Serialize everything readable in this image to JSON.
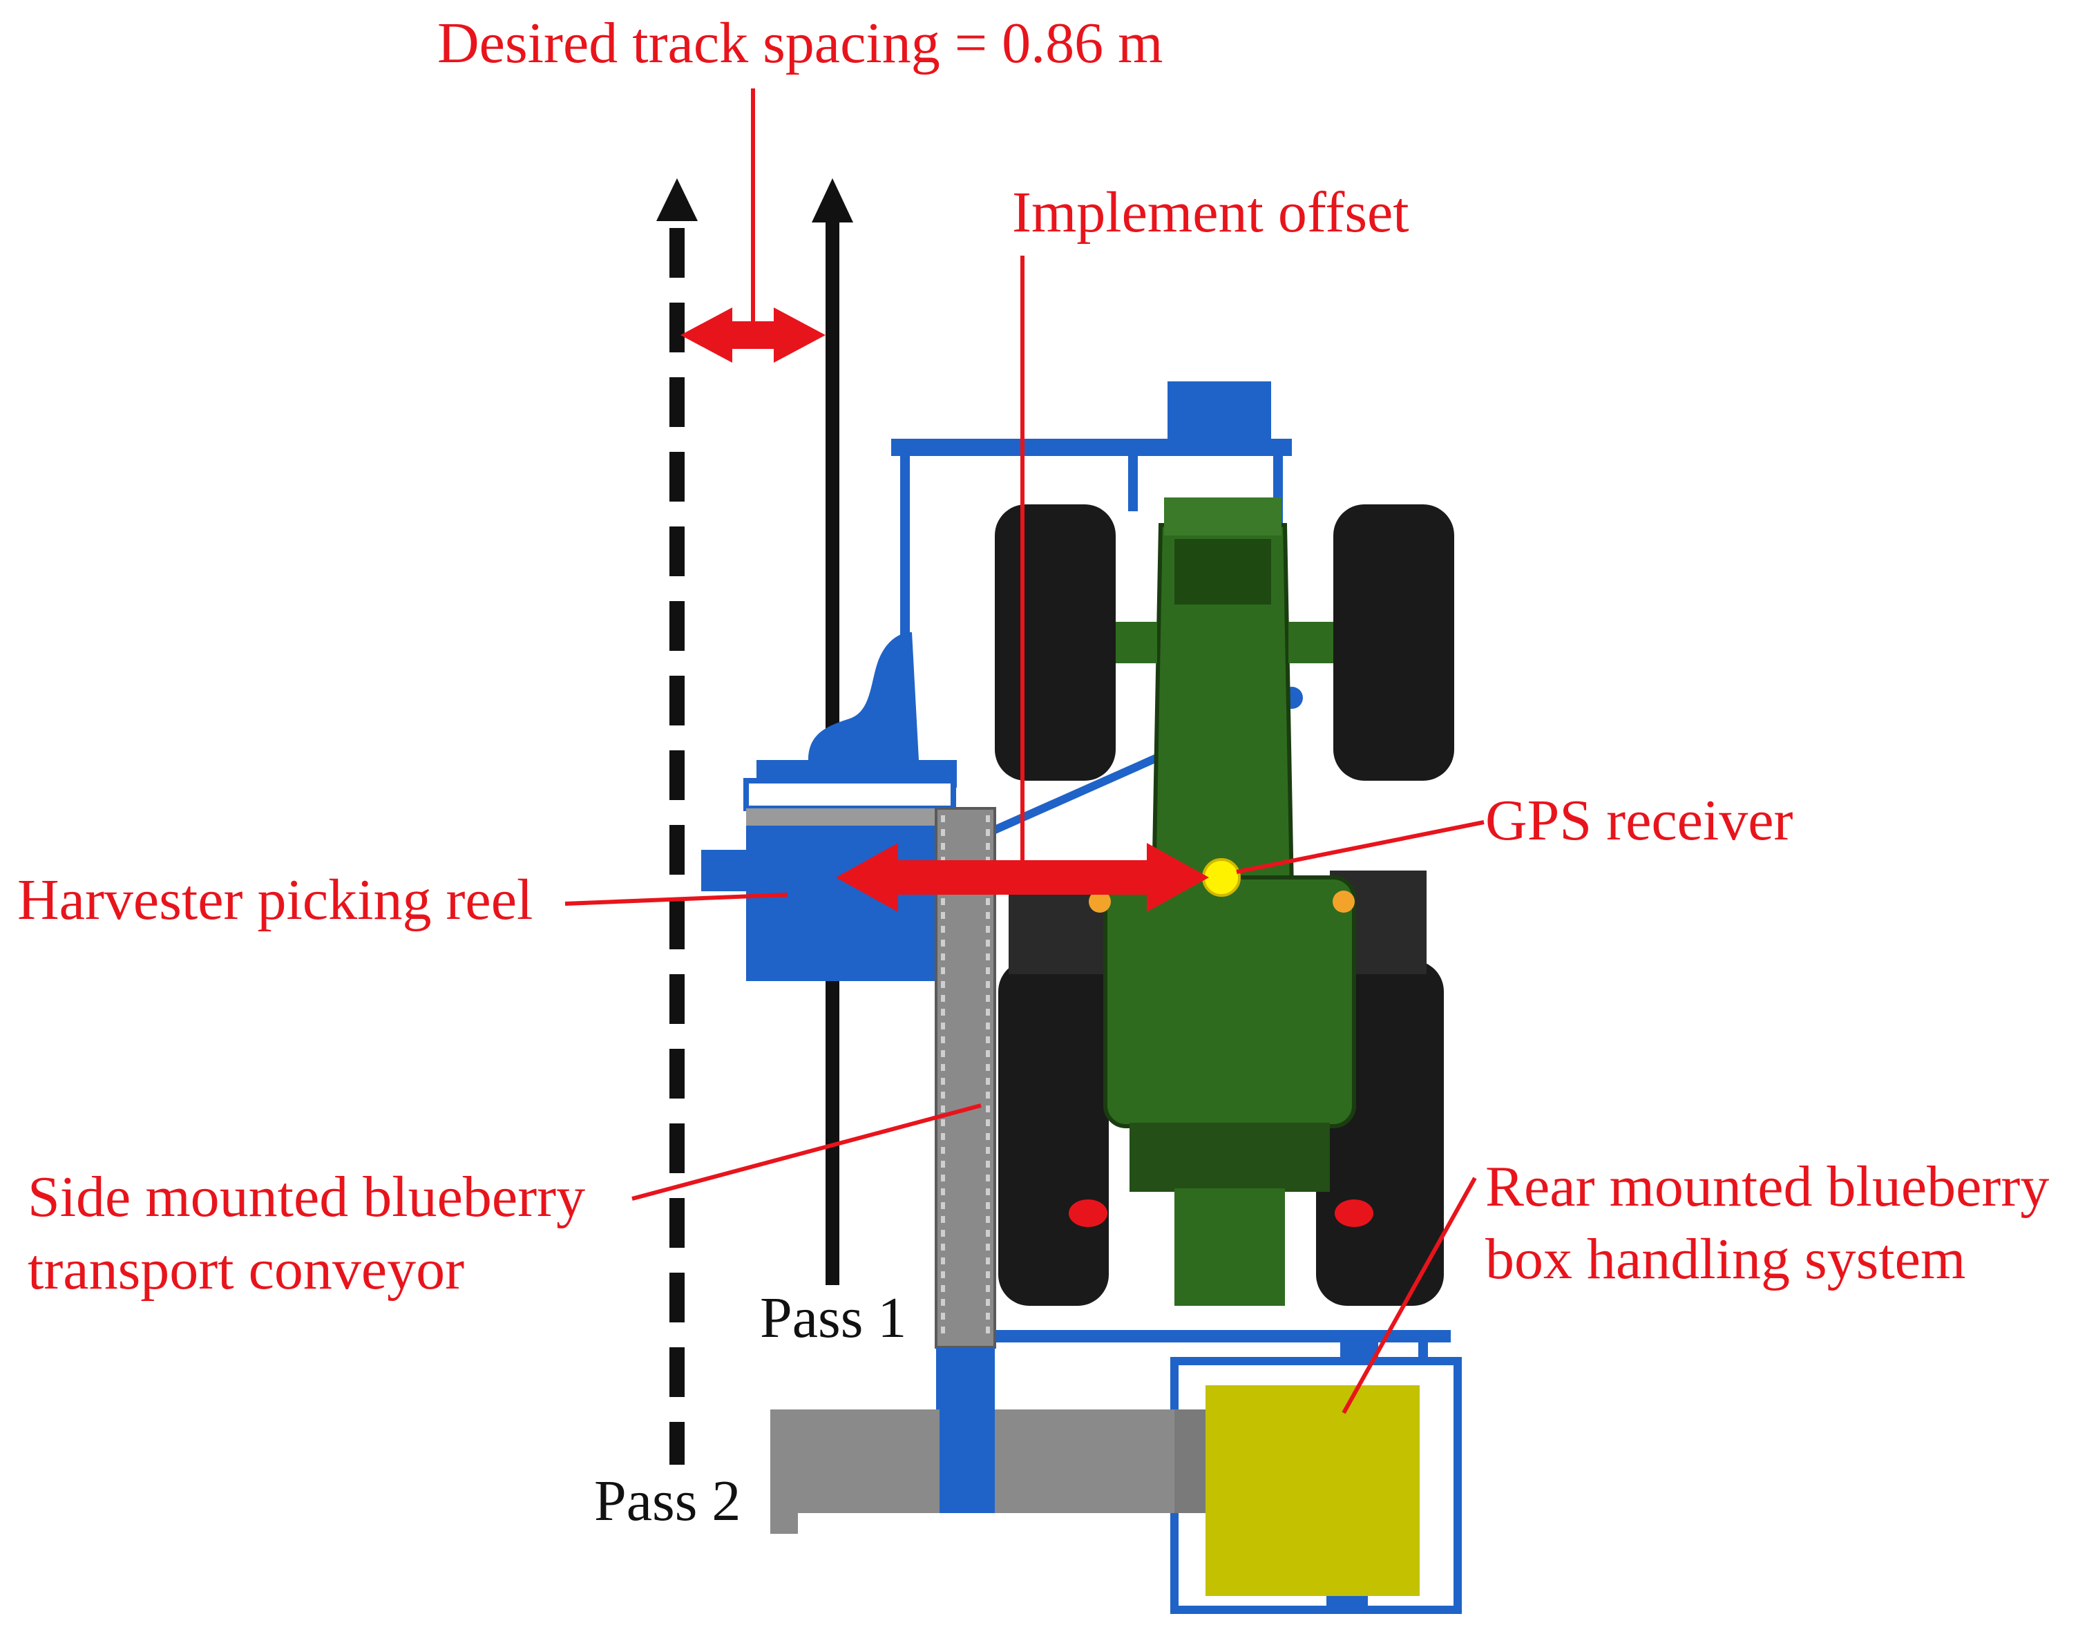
{
  "labels": {
    "track_spacing": "Desired track spacing = 0.86 m",
    "implement_offset": "Implement offset",
    "gps_receiver": "GPS receiver",
    "picking_reel": "Harvester picking reel",
    "conveyor_line1": "Side mounted blueberry",
    "conveyor_line2": "transport conveyor",
    "box_system_line1": "Rear mounted blueberry",
    "box_system_line2": "box handling system",
    "pass1": "Pass 1",
    "pass2": "Pass 2"
  },
  "colors": {
    "annotation": "#e8141c",
    "tractor_green": "#2e6b1e",
    "implement_blue": "#1f63c8",
    "conveyor_gray": "#8a8a8a",
    "box_yellow": "#c3c100",
    "gps_marker": "#fff200",
    "path_line": "#111111"
  }
}
